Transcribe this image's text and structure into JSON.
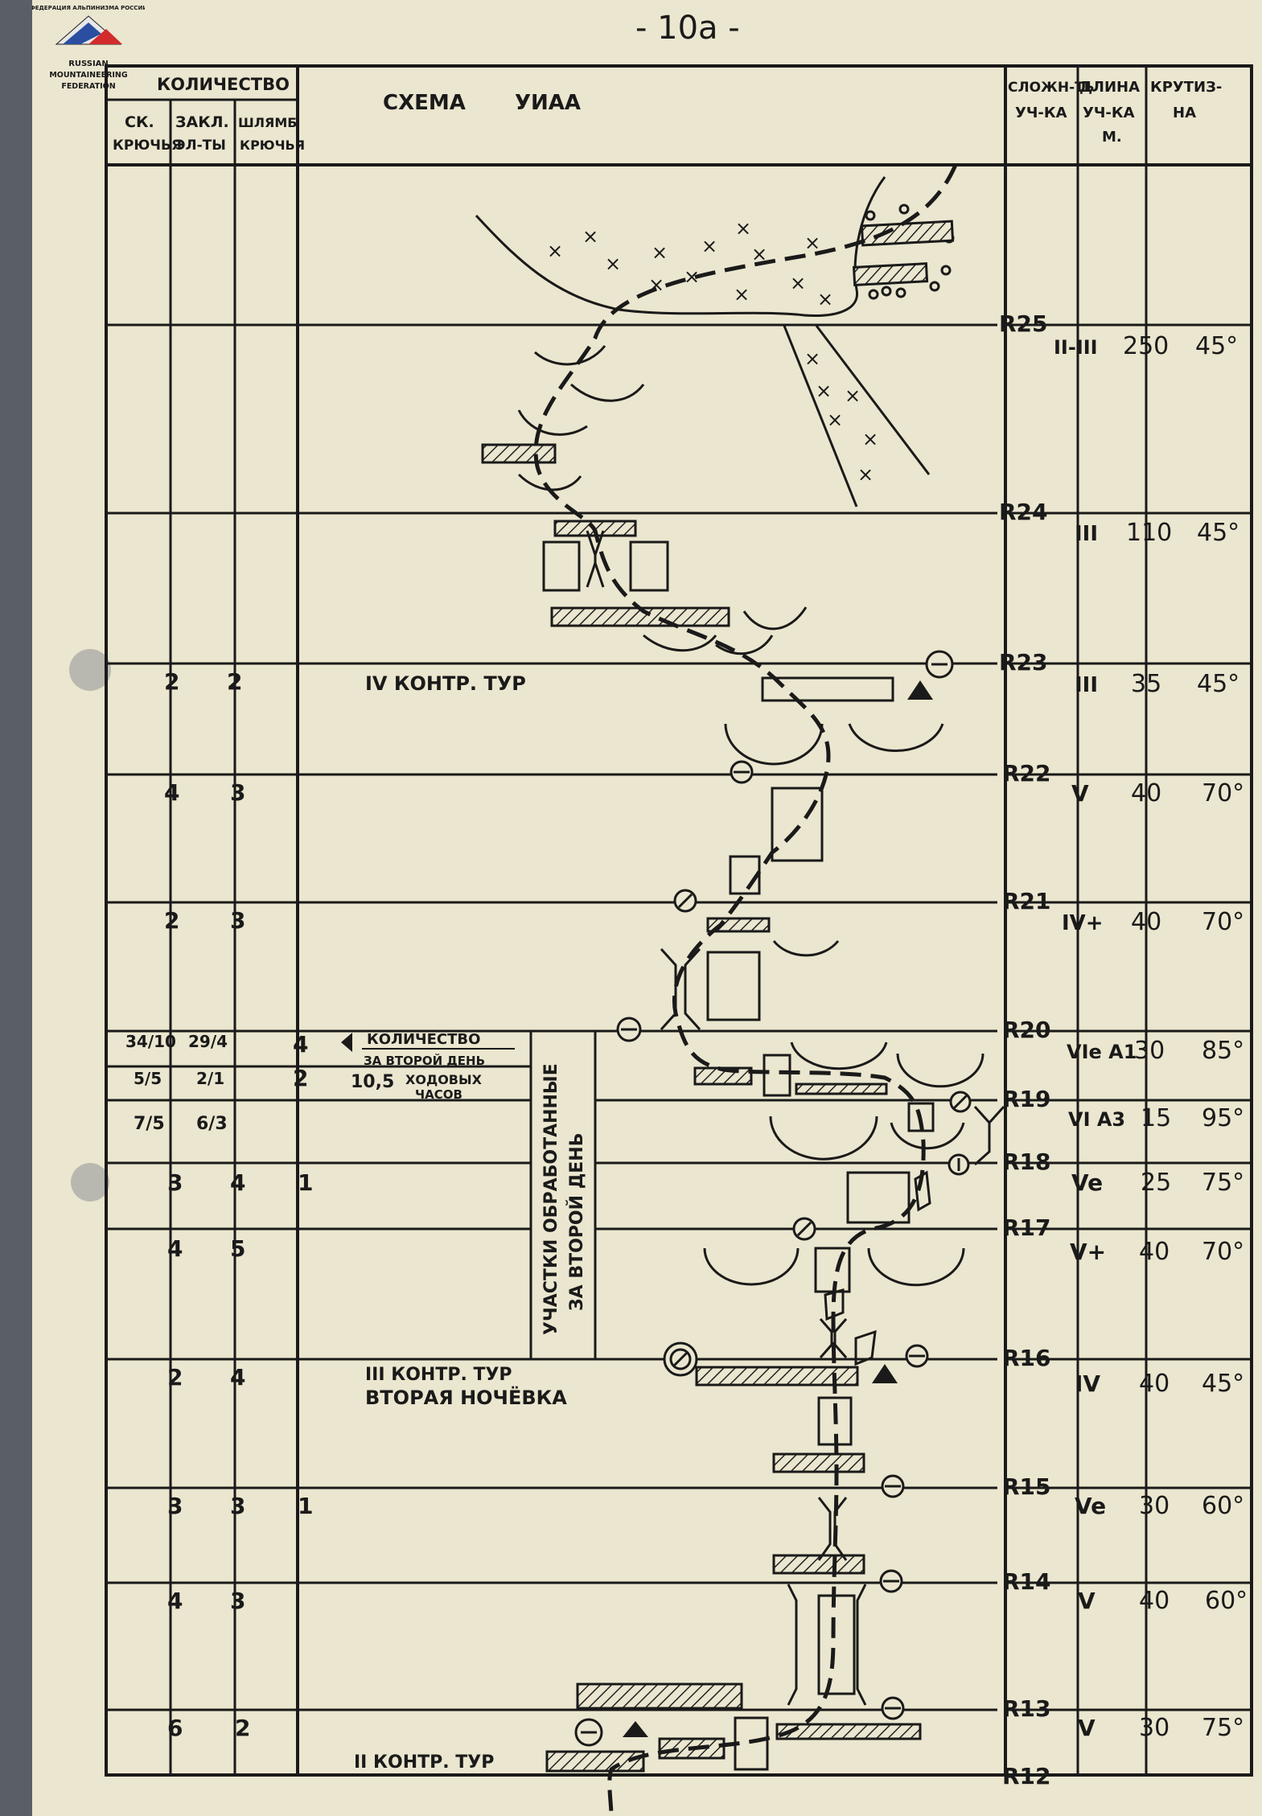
{
  "page_number": "- 10а -",
  "logo": {
    "arc_text": "ФЕДЕРАЦИЯ АЛЬПИНИЗМА РОССИИ",
    "line1": "RUSSIAN",
    "line2": "MOUNTAINEERING",
    "line3": "FEDERATION"
  },
  "header": {
    "kolichestvo": "КОЛИЧЕСТВО",
    "sk_kryuchya_1": "СК.",
    "sk_kryuchya_2": "КРЮЧЬЯ",
    "zakl_1": "ЗАКЛ.",
    "zakl_2": "ЭЛ-ТЫ",
    "shlyamb_1": "ШЛЯМБ",
    "shlyamb_2": "КРЮЧЬЯ",
    "scheme": "СХЕМА",
    "uiaa": "УИАА",
    "slozhn_1": "СЛОЖН-ТЬ",
    "slozhn_2": "УЧ-КА",
    "dlina_1": "ДЛИНА",
    "dlina_2": "УЧ-КА",
    "dlina_3": "М.",
    "krutizna_1": "КРУТИЗ-",
    "krutizna_2": "НА"
  },
  "rope_labels": [
    "R25",
    "R24",
    "R23",
    "R22",
    "R21",
    "R20",
    "R19",
    "R18",
    "R17",
    "R16",
    "R15",
    "R14",
    "R13",
    "R12"
  ],
  "rows": [
    {
      "sk": "",
      "zakl": "",
      "shl": "",
      "cat": "II-III",
      "len": "250",
      "ang": "45°"
    },
    {
      "sk": "",
      "zakl": "",
      "shl": "",
      "cat": "III",
      "len": "110",
      "ang": "45°"
    },
    {
      "sk": "2",
      "zakl": "2",
      "shl": "",
      "cat": "III",
      "len": "35",
      "ang": "45°"
    },
    {
      "sk": "4",
      "zakl": "3",
      "shl": "",
      "cat": "V",
      "len": "40",
      "ang": "70°"
    },
    {
      "sk": "2",
      "zakl": "3",
      "shl": "",
      "cat": "IV+",
      "len": "40",
      "ang": "70°"
    },
    {
      "sk": "34/10",
      "zakl": "29/4",
      "shl": "4",
      "cat": "VIe A1",
      "len": "30",
      "ang": "85°"
    },
    {
      "sk": "5/5",
      "zakl": "2/1",
      "shl": "2",
      "cat": "VI A3",
      "len": "15",
      "ang": "95°"
    },
    {
      "sk": "7/5",
      "zakl": "6/3",
      "shl": "",
      "cat": "Ve",
      "len": "25",
      "ang": "75°"
    },
    {
      "sk": "3",
      "zakl": "4",
      "shl": "1",
      "cat": "V+",
      "len": "40",
      "ang": "70°"
    },
    {
      "sk": "4",
      "zakl": "5",
      "shl": "",
      "cat": "IV",
      "len": "40",
      "ang": "45°"
    },
    {
      "sk": "2",
      "zakl": "4",
      "shl": "",
      "cat": "Ve",
      "len": "30",
      "ang": "60°"
    },
    {
      "sk": "3",
      "zakl": "3",
      "shl": "1",
      "cat": "V",
      "len": "40",
      "ang": "60°"
    },
    {
      "sk": "4",
      "zakl": "3",
      "shl": "",
      "cat": "V",
      "len": "30",
      "ang": "75°"
    },
    {
      "sk": "6",
      "zakl": "2",
      "shl": "",
      "cat": "",
      "len": "",
      "": ""
    }
  ],
  "notes": {
    "tur4": "IV КОНТР. ТУР",
    "tur3_line1": "III КОНТР. ТУР",
    "tur3_line2": "ВТОРАЯ НОЧЁВКА",
    "tur2": "II КОНТР. ТУР",
    "day2_count_1": "КОЛИЧЕСТВО",
    "day2_count_2": "ЗА ВТОРОЙ ДЕНЬ",
    "hours_1": "10,5",
    "hours_2": "ХОДОВЫХ",
    "hours_3": "ЧАСОВ",
    "vertical_1": "УЧАСТКИ ОБРАБОТАННЫЕ",
    "vertical_2": "ЗА ВТОРОЙ ДЕНЬ"
  }
}
